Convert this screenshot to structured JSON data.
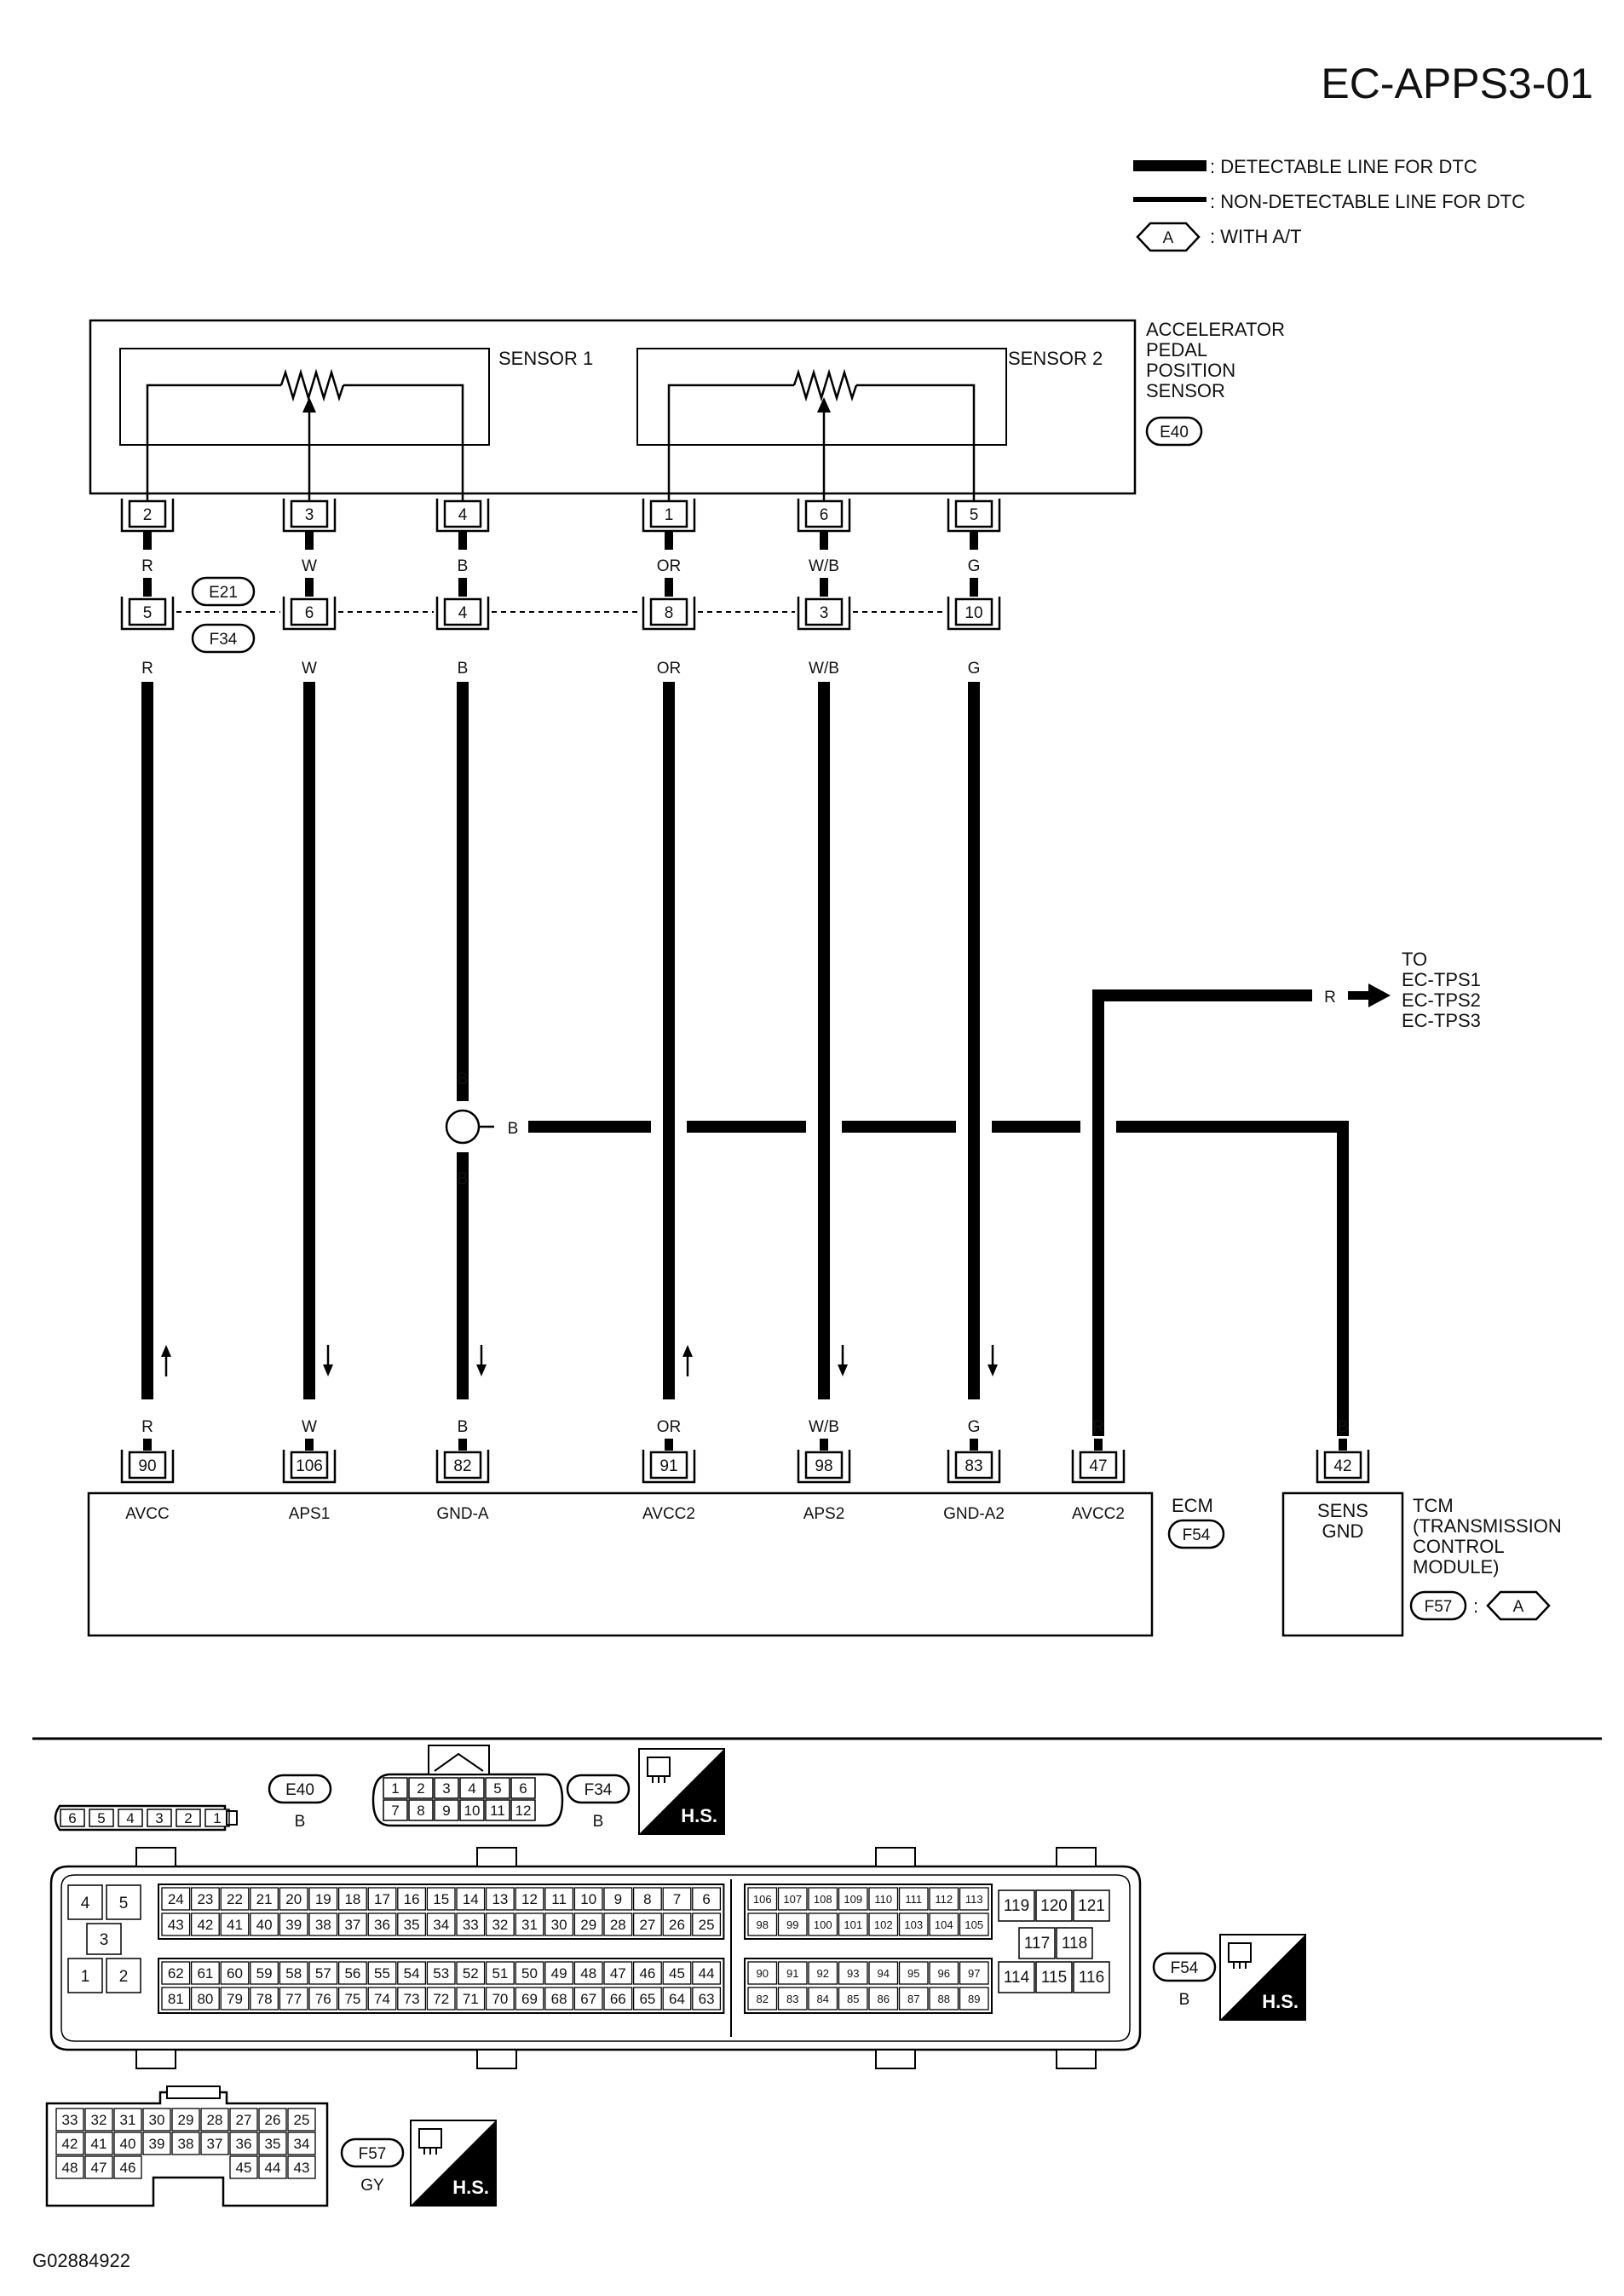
{
  "title": "EC-APPS3-01",
  "figure_id": "G02884922",
  "legend": {
    "detectable": ": DETECTABLE LINE FOR DTC",
    "non_detectable": ": NON-DETECTABLE LINE FOR DTC",
    "marker": "A",
    "with_at": ": WITH A/T"
  },
  "sensor": {
    "name_lines": [
      "ACCELERATOR",
      "PEDAL",
      "POSITION",
      "SENSOR"
    ],
    "connector": "E40",
    "sensor1": "SENSOR 1",
    "sensor2": "SENSOR 2"
  },
  "junction_connectors": [
    "E21",
    "F34"
  ],
  "wires": [
    {
      "sensor_pin": "2",
      "junction_pin": "5",
      "color": "R",
      "ecm_pin": "90",
      "ecm_label": "AVCC",
      "direction": "up"
    },
    {
      "sensor_pin": "3",
      "junction_pin": "6",
      "color": "W",
      "ecm_pin": "106",
      "ecm_label": "APS1",
      "direction": "down"
    },
    {
      "sensor_pin": "4",
      "junction_pin": "4",
      "color": "B",
      "ecm_pin": "82",
      "ecm_label": "GND-A",
      "direction": "down"
    },
    {
      "sensor_pin": "1",
      "junction_pin": "8",
      "color": "OR",
      "ecm_pin": "91",
      "ecm_label": "AVCC2",
      "direction": "up"
    },
    {
      "sensor_pin": "6",
      "junction_pin": "3",
      "color": "W/B",
      "ecm_pin": "98",
      "ecm_label": "APS2",
      "direction": "down"
    },
    {
      "sensor_pin": "5",
      "junction_pin": "10",
      "color": "G",
      "ecm_pin": "83",
      "ecm_label": "GND-A2",
      "direction": "down"
    },
    {
      "color": "R",
      "ecm_pin": "47",
      "ecm_label": "AVCC2"
    }
  ],
  "splice_labels": {
    "upper": "B",
    "lower": "B",
    "branch": "B"
  },
  "to_tps": {
    "wire_color": "R",
    "lines": [
      "TO",
      "EC-TPS1",
      "EC-TPS2",
      "EC-TPS3"
    ]
  },
  "ecm": {
    "name": "ECM",
    "connector": "F54"
  },
  "tcm": {
    "pin": "42",
    "wire_color": "B",
    "pin_label": [
      "SENS",
      "GND"
    ],
    "name_lines": [
      "TCM",
      "(TRANSMISSION",
      "CONTROL",
      "MODULE)"
    ],
    "connector": "F57",
    "marker": "A"
  },
  "connector_views": {
    "e40": {
      "label": "E40",
      "color": "B",
      "pins": [
        "6",
        "5",
        "4",
        "3",
        "2",
        "1"
      ]
    },
    "f34": {
      "label": "F34",
      "color": "B",
      "top_row": [
        "1",
        "2",
        "3",
        "4",
        "5",
        "6"
      ],
      "bottom_row": [
        "7",
        "8",
        "9",
        "10",
        "11",
        "12"
      ]
    },
    "f54": {
      "label": "F54",
      "color": "B",
      "left_block": [
        "4",
        "5",
        "3",
        "1",
        "2"
      ],
      "main_rows": [
        [
          "24",
          "23",
          "22",
          "21",
          "20",
          "19",
          "18",
          "17",
          "16",
          "15",
          "14",
          "13",
          "12",
          "11",
          "10",
          "9",
          "8",
          "7",
          "6"
        ],
        [
          "43",
          "42",
          "41",
          "40",
          "39",
          "38",
          "37",
          "36",
          "35",
          "34",
          "33",
          "32",
          "31",
          "30",
          "29",
          "28",
          "27",
          "26",
          "25"
        ],
        [
          "62",
          "61",
          "60",
          "59",
          "58",
          "57",
          "56",
          "55",
          "54",
          "53",
          "52",
          "51",
          "50",
          "49",
          "48",
          "47",
          "46",
          "45",
          "44"
        ],
        [
          "81",
          "80",
          "79",
          "78",
          "77",
          "76",
          "75",
          "74",
          "73",
          "72",
          "71",
          "70",
          "69",
          "68",
          "67",
          "66",
          "65",
          "64",
          "63"
        ]
      ],
      "mid_rows": [
        [
          "106",
          "107",
          "108",
          "109",
          "110",
          "111",
          "112",
          "113"
        ],
        [
          "98",
          "99",
          "100",
          "101",
          "102",
          "103",
          "104",
          "105"
        ],
        [
          "90",
          "91",
          "92",
          "93",
          "94",
          "95",
          "96",
          "97"
        ],
        [
          "82",
          "83",
          "84",
          "85",
          "86",
          "87",
          "88",
          "89"
        ]
      ],
      "right_rows": [
        [
          "119",
          "120",
          "121"
        ],
        [
          "117",
          "118"
        ],
        [
          "114",
          "115",
          "116"
        ]
      ]
    },
    "f57": {
      "label": "F57",
      "color": "GY",
      "rows": [
        [
          "33",
          "32",
          "31",
          "30",
          "29",
          "28",
          "27",
          "26",
          "25"
        ],
        [
          "42",
          "41",
          "40",
          "39",
          "38",
          "37",
          "36",
          "35",
          "34"
        ],
        [
          "48",
          "47",
          "46",
          "45",
          "44",
          "43"
        ]
      ]
    }
  },
  "hs_badge": "H.S."
}
